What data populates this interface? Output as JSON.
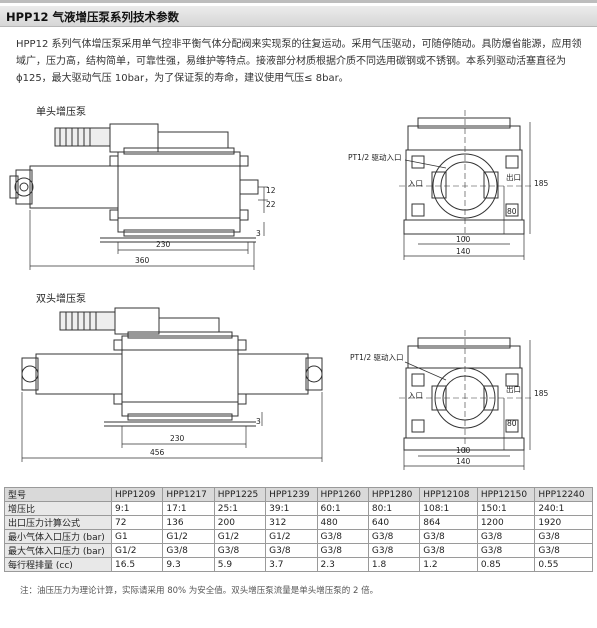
{
  "header": {
    "title": "HPP12 气液增压泵系列技术参数"
  },
  "intro": "HPP12 系列气体增压泵采用单气控非平衡气体分配阀来实现泵的往复运动。采用气压驱动，可随停随动。具防爆省能源，应用领域广，压力高，结构简单，可靠性强，易维护等特点。接液部分材质根据介质不同选用碳钢或不锈钢。本系列驱动活塞直径为 ϕ125，最大驱动气压 10bar，为了保证泵的寿命，建议使用气压≤ 8bar。",
  "single": {
    "label": "单头增压泵",
    "dims": {
      "d230": "230",
      "d360": "360",
      "d12": "12",
      "d22": "22",
      "d3": "3",
      "d100": "100",
      "d140": "140",
      "d185": "185",
      "d80": "80"
    },
    "port_drive": "PT1/2 驱动入口",
    "port_in": "入口",
    "port_out": "出口"
  },
  "double": {
    "label": "双头增压泵",
    "dims": {
      "d230": "230",
      "d456": "456",
      "d3": "3",
      "d100": "100",
      "d140": "140",
      "d185": "185",
      "d80": "80"
    },
    "port_drive": "PT1/2 驱动入口",
    "port_in": "入口",
    "port_out": "出口"
  },
  "table": {
    "rows": [
      [
        "型号",
        "HPP1209",
        "HPP1217",
        "HPP1225",
        "HPP1239",
        "HPP1260",
        "HPP1280",
        "HPP12108",
        "HPP12150",
        "HPP12240"
      ],
      [
        "增压比",
        "9:1",
        "17:1",
        "25:1",
        "39:1",
        "60:1",
        "80:1",
        "108:1",
        "150:1",
        "240:1"
      ],
      [
        "出口压力计算公式",
        "72",
        "136",
        "200",
        "312",
        "480",
        "640",
        "864",
        "1200",
        "1920"
      ],
      [
        "最小气体入口压力 (bar)",
        "G1",
        "G1/2",
        "G1/2",
        "G1/2",
        "G3/8",
        "G3/8",
        "G3/8",
        "G3/8",
        "G3/8"
      ],
      [
        "最大气体入口压力 (bar)",
        "G1/2",
        "G3/8",
        "G3/8",
        "G3/8",
        "G3/8",
        "G3/8",
        "G3/8",
        "G3/8",
        "G3/8"
      ],
      [
        "每行程排量 (cc)",
        "16.5",
        "9.3",
        "5.9",
        "3.7",
        "2.3",
        "1.8",
        "1.2",
        "0.85",
        "0.55"
      ]
    ]
  },
  "note": "注：油压压力为理论计算，实际请采用 80% 为安全值。双头增压泵流量是单头增压泵的 2 倍。"
}
